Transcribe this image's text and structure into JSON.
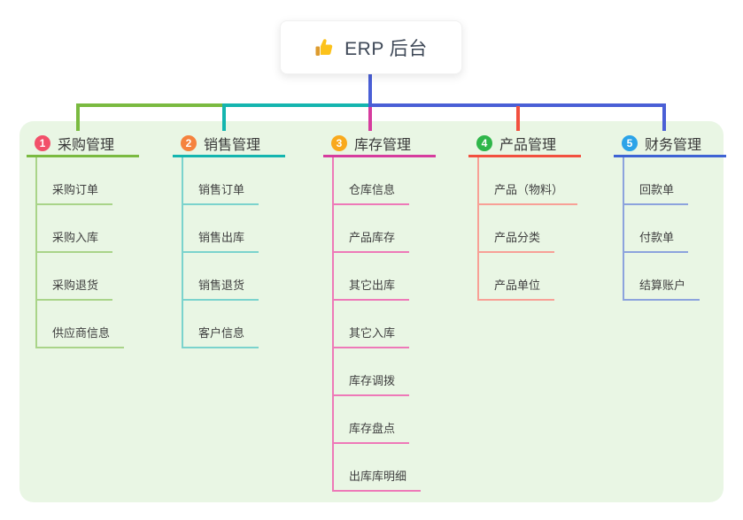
{
  "canvas": {
    "background": "#FFFFFF",
    "panel_background": "#E9F6E4",
    "connector_color": "#4A5FD6"
  },
  "root": {
    "title": "ERP 后台",
    "icon": "thumbs-up-icon"
  },
  "branches": [
    {
      "number": "1",
      "title": "采购管理",
      "colors": {
        "badge": "#F2506A",
        "line": "#7ABA40",
        "child_line": "#A9D489"
      },
      "children": [
        "采购订单",
        "采购入库",
        "采购退货",
        "供应商信息"
      ]
    },
    {
      "number": "2",
      "title": "销售管理",
      "colors": {
        "badge": "#F5823E",
        "line": "#14B5AF",
        "child_line": "#7BD3CD"
      },
      "children": [
        "销售订单",
        "销售出库",
        "销售退货",
        "客户信息"
      ]
    },
    {
      "number": "3",
      "title": "库存管理",
      "colors": {
        "badge": "#F9A91C",
        "line": "#D63C9E",
        "child_line": "#EE79B8"
      },
      "children": [
        "仓库信息",
        "产品库存",
        "其它出库",
        "其它入库",
        "库存调拨",
        "库存盘点",
        "出库库明细"
      ]
    },
    {
      "number": "4",
      "title": "产品管理",
      "colors": {
        "badge": "#2FB64A",
        "line": "#F2503F",
        "child_line": "#F8A096"
      },
      "children": [
        "产品（物料）",
        "产品分类",
        "产品单位"
      ]
    },
    {
      "number": "5",
      "title": "财务管理",
      "colors": {
        "badge": "#2BA3E8",
        "line": "#3E63D4",
        "child_line": "#8CA3DD"
      },
      "children": [
        "回款单",
        "付款单",
        "结算账户"
      ]
    }
  ]
}
